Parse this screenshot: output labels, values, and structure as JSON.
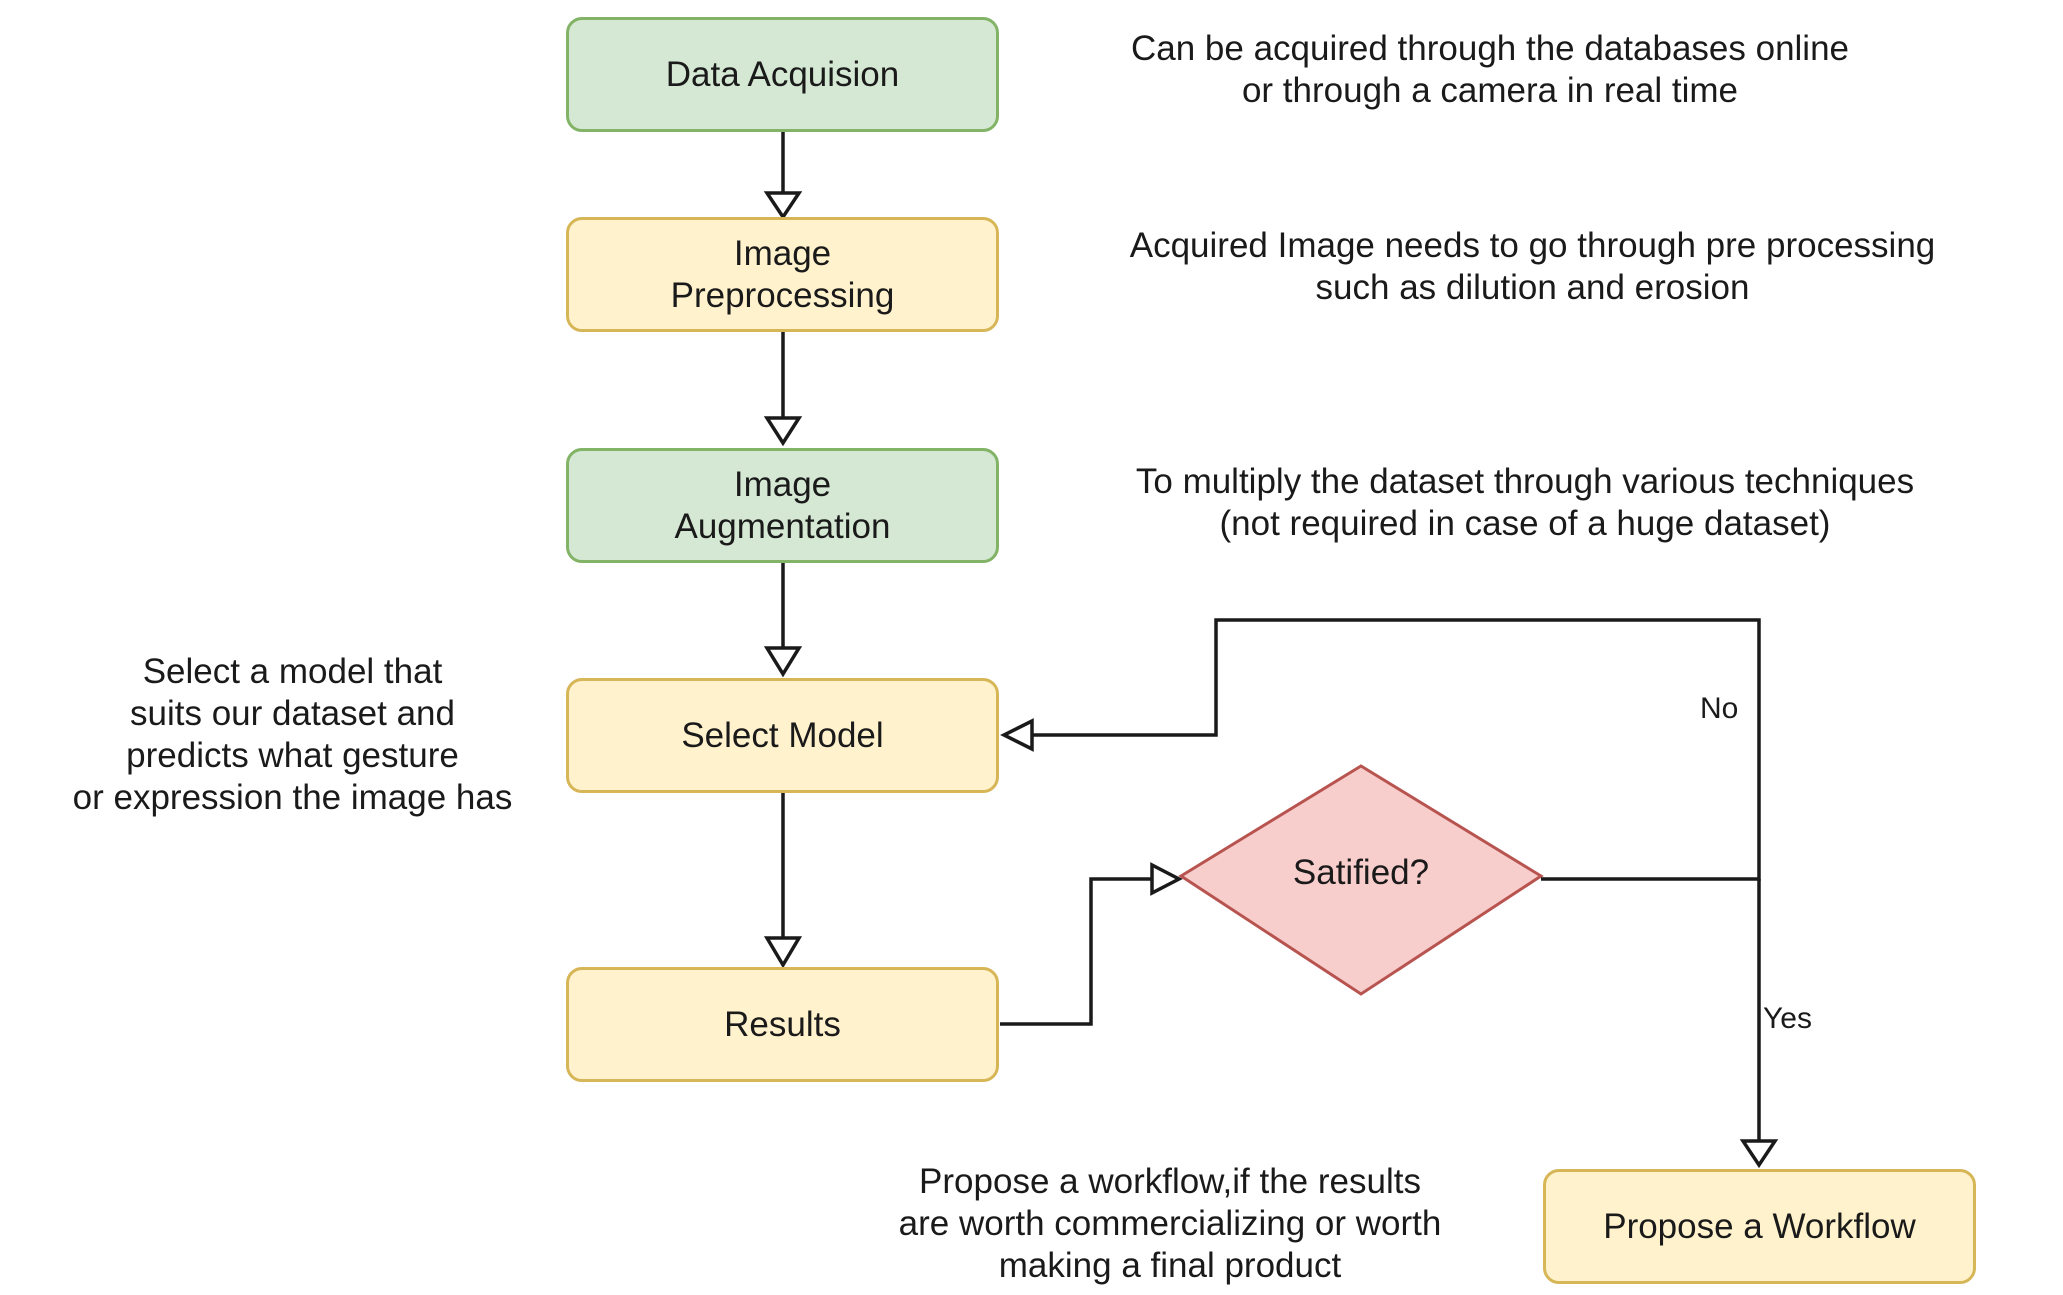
{
  "colors": {
    "green_fill": "#d5e8d4",
    "green_stroke": "#82b366",
    "yellow_fill": "#fff2cc",
    "yellow_stroke": "#d6b656",
    "red_fill": "#f8cecc",
    "red_stroke": "#b85450",
    "line": "#1a1a1a"
  },
  "nodes": {
    "data_acquisition": {
      "label": "Data Acquision",
      "style": "green"
    },
    "image_preprocessing": {
      "label": "Image\nPreprocessing",
      "style": "yellow"
    },
    "image_augmentation": {
      "label": "Image\nAugmentation",
      "style": "green"
    },
    "select_model": {
      "label": "Select Model",
      "style": "yellow"
    },
    "results": {
      "label": "Results",
      "style": "yellow"
    },
    "satisfied": {
      "label": "Satified?",
      "style": "red",
      "shape": "diamond"
    },
    "propose_workflow": {
      "label": "Propose a Workflow",
      "style": "yellow"
    }
  },
  "notes": {
    "data_acquisition": "Can be acquired through the databases online\nor through a camera in real time",
    "image_preprocessing": "Acquired Image needs to go through pre processing\nsuch as dilution and erosion",
    "image_augmentation": "To multiply the dataset through various techniques\n(not required in case of a huge dataset)",
    "select_model": "Select a model that\nsuits our dataset and\npredicts what gesture\nor expression the image has",
    "propose_workflow": "Propose a workflow,if the results\nare worth commercializing or worth\nmaking a final product"
  },
  "edges": [
    {
      "from": "data_acquisition",
      "to": "image_preprocessing"
    },
    {
      "from": "image_preprocessing",
      "to": "image_augmentation"
    },
    {
      "from": "image_augmentation",
      "to": "select_model"
    },
    {
      "from": "select_model",
      "to": "results"
    },
    {
      "from": "results",
      "to": "satisfied"
    },
    {
      "from": "satisfied",
      "to": "select_model",
      "label": "No"
    },
    {
      "from": "satisfied",
      "to": "propose_workflow",
      "label": "Yes"
    }
  ],
  "edge_labels": {
    "no": "No",
    "yes": "Yes"
  }
}
